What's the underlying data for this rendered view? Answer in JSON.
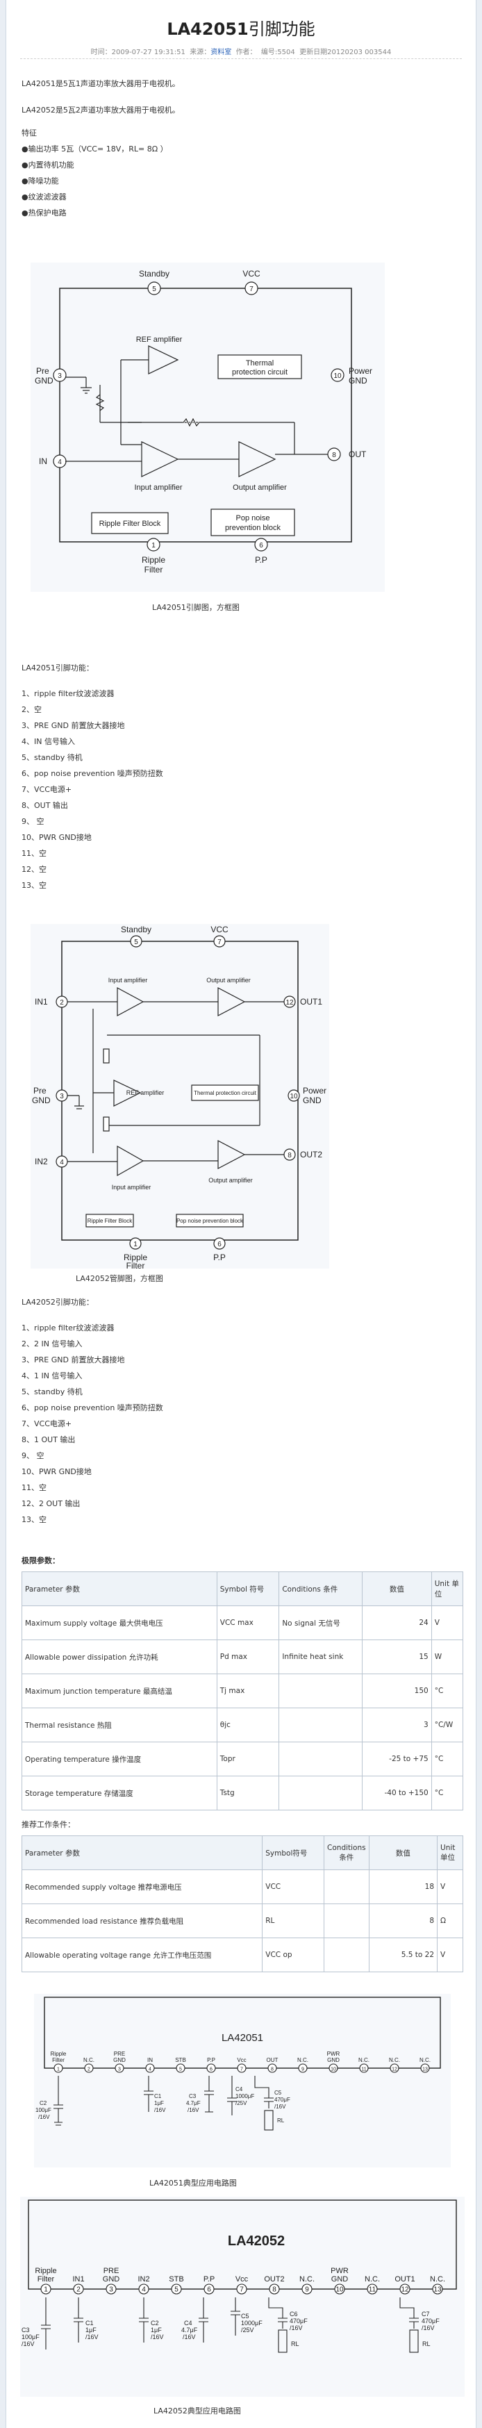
{
  "title": {
    "main": "LA42051",
    "suffix": "引脚功能"
  },
  "meta": {
    "time_label": "时间：",
    "time": "2009-07-27 19:31:51",
    "source_label": "来源：",
    "source": "资料室",
    "author_label": "作者：",
    "number": "编号:5504",
    "updated": "更新日期20120203 003544"
  },
  "intro": [
    "LA42051是5瓦1声道功率放大器用于电视机。",
    "LA42052是5瓦2声道功率放大器用于电视机。"
  ],
  "features": {
    "heading": "特征",
    "items": [
      "●输出功率 5瓦（VCC= 18V，RL= 8Ω ）",
      "●内置待机功能",
      "●降噪功能",
      "●纹波滤波器",
      "●热保护电路"
    ]
  },
  "fig1": {
    "caption": "LA42051引脚图，方框图",
    "pins": [
      "5",
      "7",
      "3",
      "4",
      "10",
      "8",
      "1",
      "6"
    ],
    "labels": {
      "standby": "Standby",
      "vcc": "VCC",
      "pre": "Pre",
      "gnd": "GND",
      "in": "IN",
      "power": "Power",
      "out": "OUT",
      "ripple": "Ripple",
      "filter": "Filter",
      "pp": "P.P"
    },
    "blocks": {
      "ref": "REF amplifier",
      "thermal1": "Thermal",
      "thermal2": "protection circuit",
      "input": "Input amplifier",
      "output": "Output amplifier",
      "ripple_block": "Ripple Filter Block",
      "popnoise1": "Pop noise",
      "popnoise2": "prevention block"
    }
  },
  "pins1": {
    "heading": "LA42051引脚功能：",
    "items": [
      "1、ripple filter纹波滤波器",
      "2、空",
      "3、PRE GND 前置放大器接地",
      "4、IN 信号输入",
      "5、standby 待机",
      "6、pop noise prevention 噪声预防扭数",
      "7、VCC电源+",
      "8、OUT 输出",
      "9、  空",
      "10、PWR GND接地",
      "11、空",
      "12、空",
      "13、空"
    ]
  },
  "fig2": {
    "caption": "LA42052管脚图，方框图",
    "pins": [
      "5",
      "7",
      "2",
      "12",
      "3",
      "10",
      "4",
      "8",
      "1",
      "6"
    ],
    "labels": {
      "standby": "Standby",
      "vcc": "VCC",
      "in1": "IN1",
      "out1": "OUT1",
      "pre": "Pre",
      "gnd": "GND",
      "power": "Power",
      "in2": "IN2",
      "out2": "OUT2",
      "ripple": "Ripple",
      "filter": "Filter",
      "pp": "P.P"
    },
    "blocks": {
      "input": "Input amplifier",
      "output": "Output amplifier",
      "ref": "REF amplifier",
      "thermal": "Thermal protection circuit",
      "ripple_block": "Ripple Filter Block",
      "popnoise": "Pop noise prevention block"
    }
  },
  "pins2": {
    "heading": "LA42052引脚功能：",
    "items": [
      "1、ripple filter纹波滤波器",
      "2、2 IN 信号输入",
      "3、PRE GND 前置放大器接地",
      "4、1 IN 信号输入",
      "5、standby 待机",
      "6、pop noise prevention 噪声预防扭数",
      "7、VCC电源+",
      "8、1 OUT 输出",
      "9、  空",
      "10、PWR GND接地",
      "11、空",
      "12、2 OUT 输出",
      "13、空"
    ]
  },
  "abs": {
    "heading": "极限参数：",
    "header": [
      "Parameter 参数",
      "Symbol 符号",
      "Conditions 条件",
      "数值",
      "Unit 单位"
    ],
    "rows": [
      [
        "Maximum supply voltage 最大供电电压",
        "VCC max",
        "No signal 无信号",
        "24",
        "V"
      ],
      [
        "Allowable power dissipation 允许功耗",
        "Pd max",
        "Infinite heat sink",
        "15",
        "W"
      ],
      [
        "Maximum junction temperature 最高结温",
        "Tj max",
        "",
        "150",
        "°C"
      ],
      [
        "Thermal resistance 热阻",
        "θjc",
        "",
        "3",
        "°C/W"
      ],
      [
        "Operating temperature 操作温度",
        "Topr",
        "",
        "-25 to +75",
        "°C"
      ],
      [
        "Storage temperature 存储温度",
        "Tstg",
        "",
        "-40 to +150",
        "°C"
      ]
    ]
  },
  "rec": {
    "heading": "推荐工作条件：",
    "header": [
      "Parameter 参数",
      "Symbol符号",
      "Conditions 条件",
      "数值",
      "Unit 单位"
    ],
    "rows": [
      [
        "Recommended supply voltage 推荐电源电压",
        "VCC",
        "",
        "18",
        "V"
      ],
      [
        "Recommended load resistance 推荐负载电阻",
        "RL",
        "",
        "8",
        "Ω"
      ],
      [
        "Allowable operating voltage range 允许工作电压范围",
        "VCC op",
        "",
        "5.5 to 22",
        "V"
      ]
    ]
  },
  "app1": {
    "caption": "LA42051典型应用电路图",
    "chip": "LA42051",
    "pin_labels": [
      "Ripple Filter",
      "N.C.",
      "PRE GND",
      "IN",
      "STB",
      "P.P",
      "Vcc",
      "OUT",
      "N.C.",
      "PWR GND",
      "N.C.",
      "N.C.",
      "N.C."
    ],
    "pins": [
      "1",
      "2",
      "3",
      "4",
      "5",
      "6",
      "7",
      "8",
      "9",
      "10",
      "11",
      "12",
      "13"
    ],
    "parts": [
      "C2",
      "100μF",
      "/16V",
      "C1",
      "1μF",
      "/16V",
      "C3",
      "4.7μF",
      "/16V",
      "C4",
      "1000μF",
      "/25V",
      "C5",
      "470μF",
      "/16V",
      "RL"
    ]
  },
  "app2": {
    "caption": "LA42052典型应用电路图",
    "chip": "LA42052",
    "pin_labels": [
      "Ripple Filter",
      "IN1",
      "PRE GND",
      "IN2",
      "STB",
      "P.P",
      "Vcc",
      "OUT2",
      "N.C.",
      "PWR GND",
      "N.C.",
      "OUT1",
      "N.C."
    ],
    "pins": [
      "1",
      "2",
      "3",
      "4",
      "5",
      "6",
      "7",
      "8",
      "9",
      "10",
      "11",
      "12",
      "13"
    ],
    "parts": [
      "C3",
      "100μF",
      "/16V",
      "C1",
      "1μF",
      "/16V",
      "C2",
      "1μF",
      "/16V",
      "C4",
      "4.7μF",
      "/16V",
      "C5",
      "1000μF",
      "/25V",
      "C6",
      "470μF",
      "/16V",
      "RL",
      "C7",
      "470μF",
      "/16V",
      "RL"
    ]
  }
}
